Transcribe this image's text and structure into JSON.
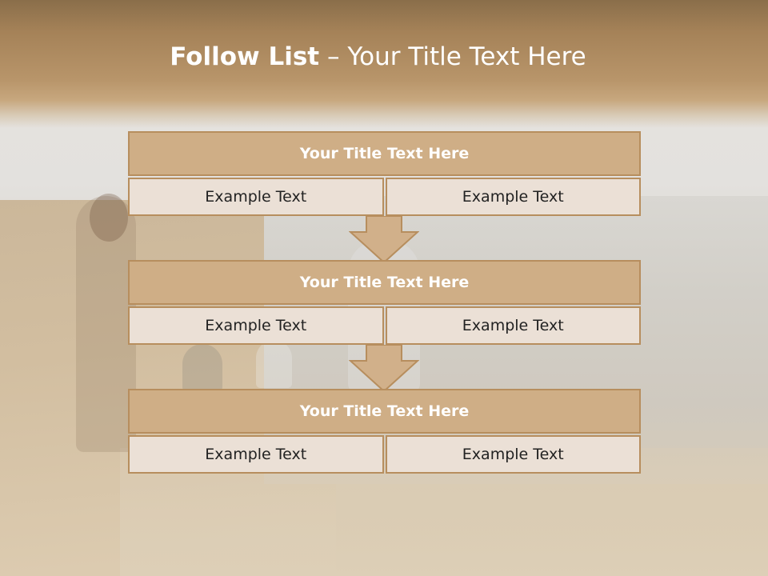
{
  "title": {
    "bold": "Follow List",
    "rest": " – Your Title Text Here"
  },
  "blocks": [
    {
      "heading": "Your Title Text Here",
      "cells": [
        "Example Text",
        "Example Text"
      ]
    },
    {
      "heading": "Your Title Text Here",
      "cells": [
        "Example Text",
        "Example Text"
      ]
    },
    {
      "heading": "Your Title Text Here",
      "cells": [
        "Example Text",
        "Example Text"
      ]
    }
  ],
  "colors": {
    "header_band": "#a58258",
    "block_title_fill": "#cfae86",
    "block_border": "#b78e5e",
    "cell_fill": "#ebe0d6",
    "arrow_fill": "#d1b08a"
  }
}
